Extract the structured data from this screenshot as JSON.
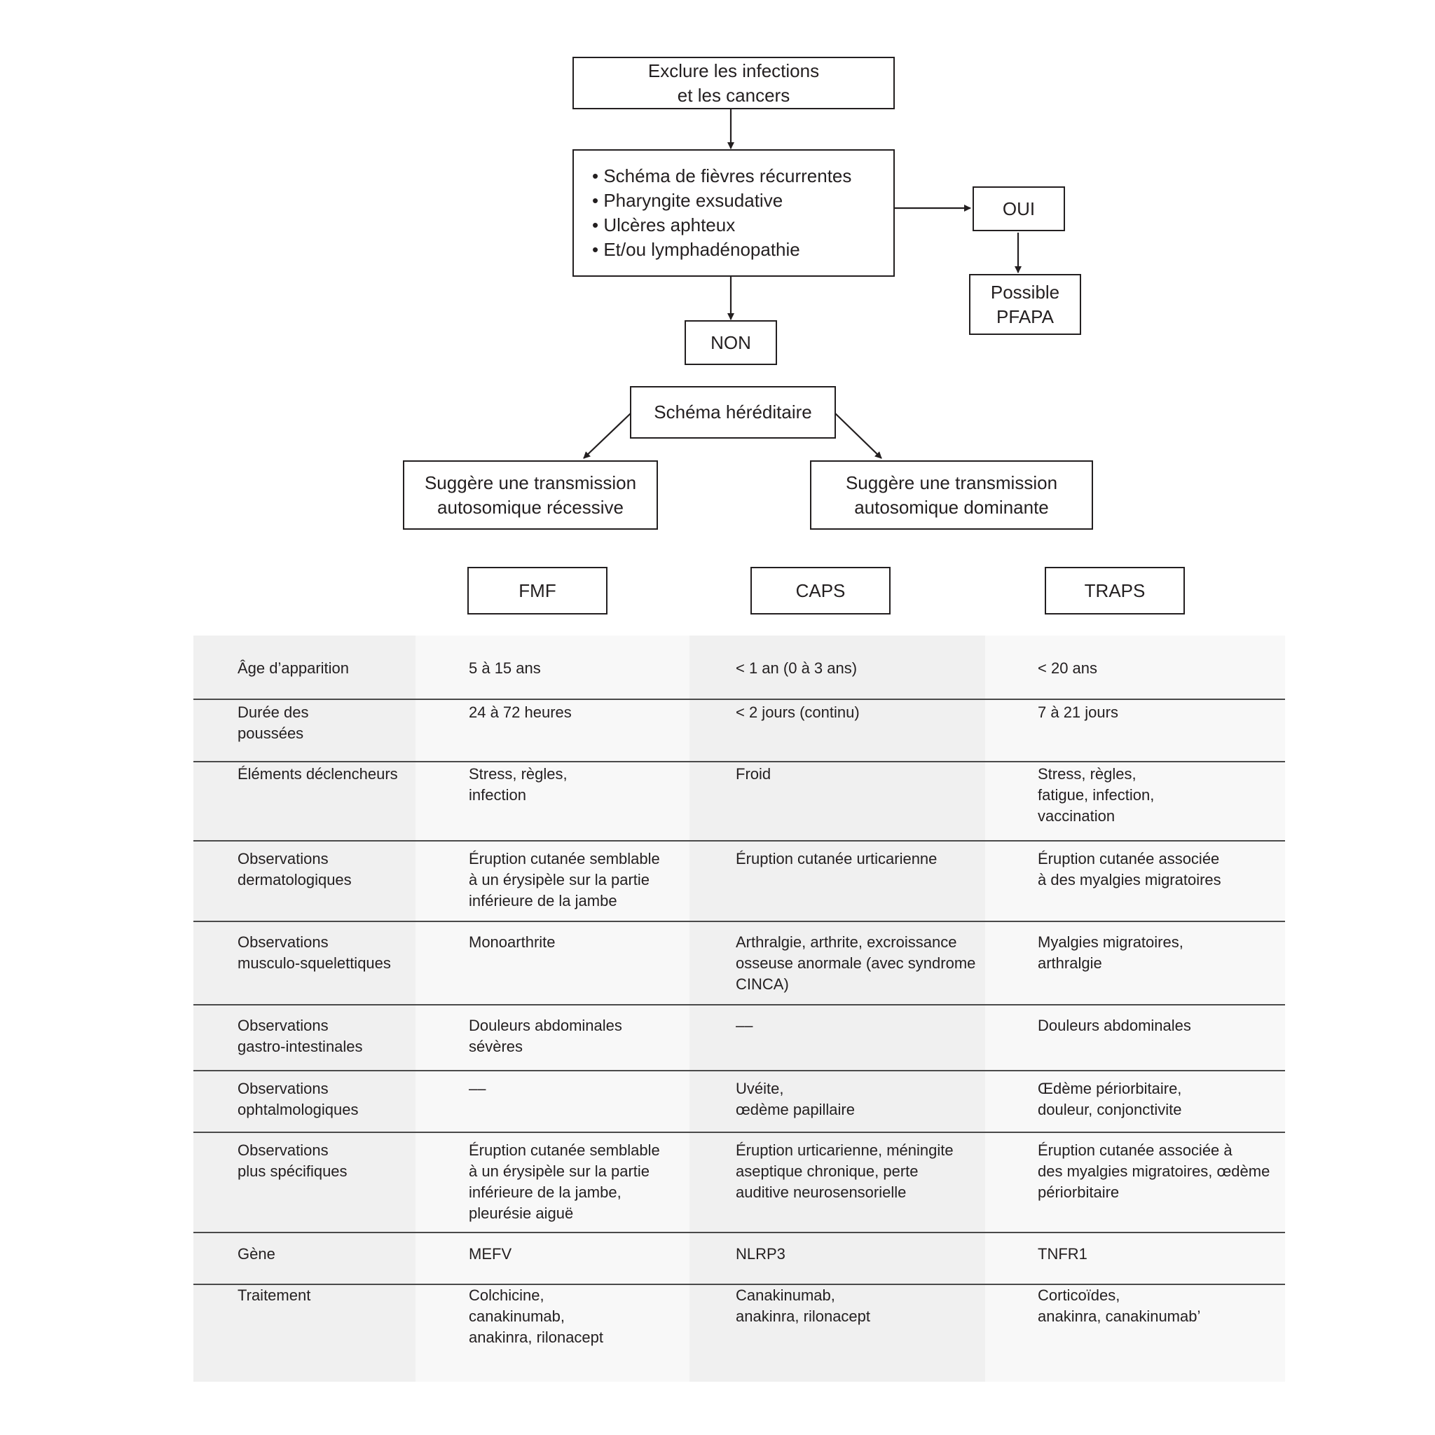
{
  "flowchart": {
    "exclude": [
      "Exclure les infections",
      "et les cancers"
    ],
    "criteria": [
      "Schéma de fièvres récurrentes",
      "Pharyngite exsudative",
      "Ulcères aphteux",
      "Et/ou lymphadénopathie"
    ],
    "yes": "OUI",
    "possible": [
      "Possible",
      "PFAPA"
    ],
    "no": "NON",
    "hereditary": "Schéma héréditaire",
    "recessive": [
      "Suggère une transmission",
      "autosomique récessive"
    ],
    "dominant": [
      "Suggère une transmission",
      "autosomique dominante"
    ],
    "diseases": [
      "FMF",
      "CAPS",
      "TRAPS"
    ]
  },
  "table": {
    "rows": [
      {
        "label": [
          "Âge d’apparition"
        ],
        "fmf": [
          "5 à 15 ans"
        ],
        "caps": [
          "< 1 an (0 à 3 ans)"
        ],
        "traps": [
          "< 20 ans"
        ]
      },
      {
        "label": [
          "Durée des",
          "poussées"
        ],
        "fmf": [
          "24 à 72 heures"
        ],
        "caps": [
          "< 2 jours (continu)"
        ],
        "traps": [
          "7 à 21 jours"
        ]
      },
      {
        "label": [
          "Éléments déclencheurs"
        ],
        "fmf": [
          "Stress, règles,",
          "infection"
        ],
        "caps": [
          "Froid"
        ],
        "traps": [
          "Stress, règles,",
          "fatigue, infection,",
          "vaccination"
        ]
      },
      {
        "label": [
          "Observations",
          "dermatologiques"
        ],
        "fmf": [
          "Éruption cutanée semblable",
          "à un érysipèle sur la partie",
          "inférieure de la jambe"
        ],
        "caps": [
          "Éruption cutanée urticarienne"
        ],
        "traps": [
          "Éruption cutanée associée",
          "à des myalgies migratoires"
        ]
      },
      {
        "label": [
          "Observations",
          "musculo-squelettiques"
        ],
        "fmf": [
          "Monoarthrite"
        ],
        "caps": [
          "Arthralgie, arthrite, excroissance",
          "osseuse anormale (avec syndrome",
          "CINCA)"
        ],
        "traps": [
          "Myalgies migratoires,",
          "arthralgie"
        ]
      },
      {
        "label": [
          "Observations",
          "gastro-intestinales"
        ],
        "fmf": [
          "Douleurs abdominales",
          "sévères"
        ],
        "caps": [
          "––"
        ],
        "traps": [
          "Douleurs abdominales"
        ]
      },
      {
        "label": [
          "Observations",
          "ophtalmologiques"
        ],
        "fmf": [
          "––"
        ],
        "caps": [
          "Uvéite,",
          "œdème papillaire"
        ],
        "traps": [
          "Œdème périorbitaire,",
          "douleur, conjonctivite"
        ]
      },
      {
        "label": [
          "Observations",
          "plus spécifiques"
        ],
        "fmf": [
          "Éruption cutanée semblable",
          "à un érysipèle sur la partie",
          "inférieure de la jambe,",
          "pleurésie aiguë"
        ],
        "caps": [
          "Éruption urticarienne, méningite",
          "aseptique chronique, perte",
          "auditive neurosensorielle"
        ],
        "traps": [
          "Éruption cutanée associée à",
          "des myalgies migratoires, œdème",
          "périorbitaire"
        ]
      },
      {
        "label": [
          "Gène"
        ],
        "fmf": [
          "MEFV"
        ],
        "caps": [
          "NLRP3"
        ],
        "traps": [
          "TNFR1"
        ]
      },
      {
        "label": [
          "Traitement"
        ],
        "fmf": [
          "Colchicine,",
          "canakinumab,",
          "anakinra, rilonacept"
        ],
        "caps": [
          "Canakinumab,",
          "anakinra, rilonacept"
        ],
        "traps": [
          "Corticoïdes,",
          "anakinra, canakinumab’"
        ]
      }
    ]
  },
  "colors": {
    "ink": "#231f20",
    "column_shade": "#f0f0f0",
    "column_light": "#f8f8f8"
  }
}
